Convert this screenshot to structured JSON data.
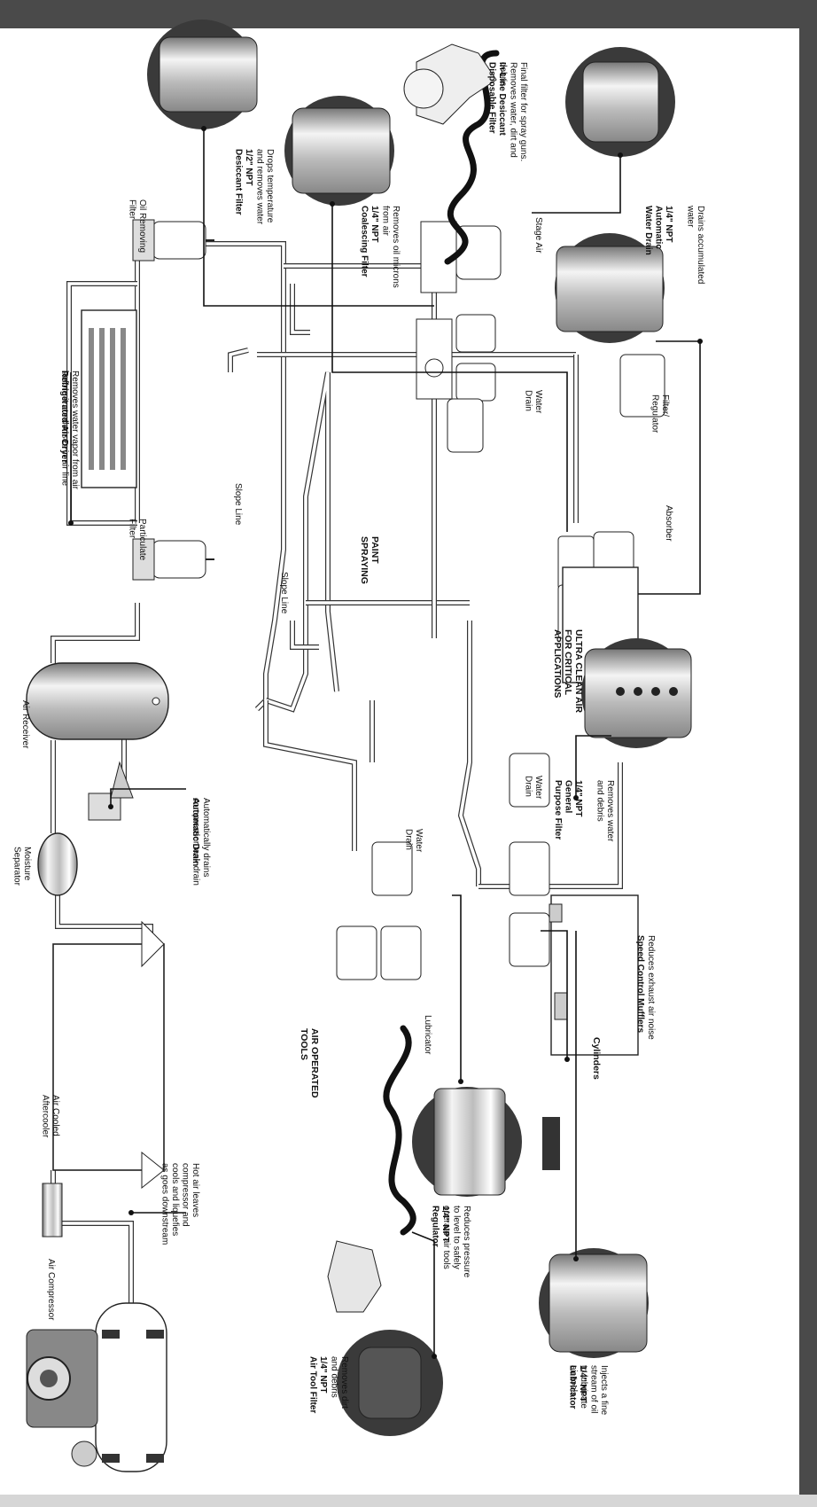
{
  "labels": {
    "air_compressor": "Air Compressor",
    "air_cooled_aftercooler": "Air Cooled\nAftercooler",
    "moisture_separator": "Moisture\nSeparator",
    "air_receiver": "Air Receiver",
    "particulate_filter": "Particulate\nFilter",
    "oil_removing_filter": "Oil Removing\nFilter",
    "slope_line_1": "Slope Line",
    "slope_line_2": "Slope Line",
    "paint_spraying": "PAINT\nSPRAYING",
    "stage_air": "Stage Air",
    "water_drain_1": "Water\nDrain",
    "water_drain_2": "Water\nDrain",
    "water_drain_3": "Water\nDrain",
    "filter_regulator": "Filter/\nRegulator",
    "absorber": "Absorber",
    "ultra_clean": "ULTRA CLEAN AIR\nFOR CRITICAL\nAPPLICATIONS",
    "air_operated_tools": "AIR OPERATED\nTOOLS",
    "lubricator": "Lubricator",
    "cylinders": "Cylinders"
  },
  "callouts": {
    "hot_air": "Hot air leaves\ncompressor and\ncools and liquefies\nas goes downstream",
    "automatic_drain": {
      "title": "Automatic Drain",
      "body": "Automatically drains\ncompressor tank drain"
    },
    "refrigerated_dryer": {
      "title": "Refrigerated Air Dryer",
      "body": "Removes water vapor from air\nbefore it condenses in air line"
    },
    "desiccant_filter": {
      "title": "1/2\" NPT\nDesiccant Filter",
      "body": "Drops temperature\nand removes water"
    },
    "coalescing_filter": {
      "title": "1/4\" NPT\nCoalescing Filter",
      "body": "Removes oil microns\nfrom air"
    },
    "inline_desiccant": {
      "title": "In-Line Desiccant\nDisposable Filter",
      "body": "Final filter for spray guns.\nRemoves water, dirt and\ndebris"
    },
    "auto_water_drain": {
      "title": "1/4\" NPT\nAutomatic\nWater Drain",
      "body": "Drains accumulated\nwater"
    },
    "general_purpose": {
      "title": "1/4\" NPT\nGeneral\nPurpose Filter",
      "body": "Removes water\nand debris"
    },
    "speed_control": {
      "title": "Speed Control Mufflers",
      "body": "Reduces exhaust air noise"
    },
    "air_tool_filter": {
      "title": "1/4\" NPT\nAir Tool Filter",
      "body": "Removes dirt\nand debris"
    },
    "regulator": {
      "title": "1/4\" NPT\nRegulator",
      "body": "Reduces pressure\nto level to safely\noperate air tools"
    },
    "lubricator_callout": {
      "title": "1/4\" NPT\nLubricator",
      "body": "Injects a fine\nstream of oil\nto lubricate\nair tools"
    }
  },
  "icons": [
    "compressor-icon",
    "aftercooler-icon",
    "moisture-separator-icon",
    "air-receiver-icon",
    "filter-icon",
    "air-dryer-icon",
    "spray-gun-icon",
    "impact-wrench-icon",
    "cylinder-icon"
  ],
  "colors": {
    "frame": "#4a4a4a",
    "circle": "#3a3a3a",
    "line": "#111111"
  }
}
